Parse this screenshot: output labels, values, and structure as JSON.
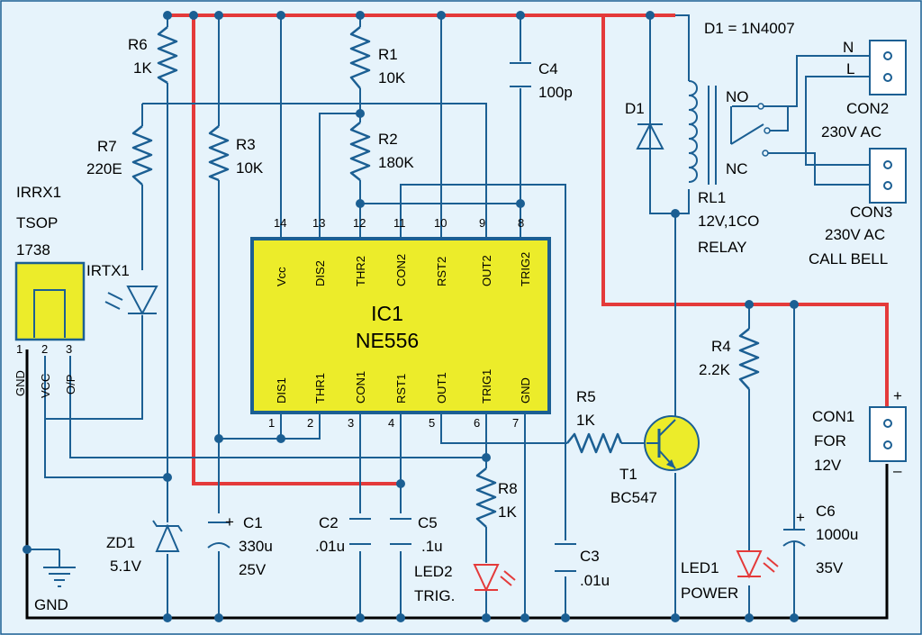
{
  "colors": {
    "background": "#e6f3fb",
    "wire": "#1b5f93",
    "power_rail": "#e43a3a",
    "ground_rail": "#000000",
    "ic_fill": "#ecec2a",
    "led": "#e43a3a"
  },
  "ic": {
    "ref": "IC1",
    "part": "NE556",
    "top_pins": [
      {
        "num": "14",
        "name": "Vcc"
      },
      {
        "num": "13",
        "name": "DIS2"
      },
      {
        "num": "12",
        "name": "THR2"
      },
      {
        "num": "11",
        "name": "CON2"
      },
      {
        "num": "10",
        "name": "RST2"
      },
      {
        "num": "9",
        "name": "OUT2"
      },
      {
        "num": "8",
        "name": "TRIG2"
      }
    ],
    "bottom_pins": [
      {
        "num": "1",
        "name": "DIS1"
      },
      {
        "num": "2",
        "name": "THR1"
      },
      {
        "num": "3",
        "name": "CON1"
      },
      {
        "num": "4",
        "name": "RST1"
      },
      {
        "num": "5",
        "name": "OUT1"
      },
      {
        "num": "6",
        "name": "TRIG1"
      },
      {
        "num": "7",
        "name": "GND"
      }
    ]
  },
  "labels": {
    "d1_note": "D1 = 1N4007",
    "r6_ref": "R6",
    "r6_val": "1K",
    "r1_ref": "R1",
    "r1_val": "10K",
    "c4_ref": "C4",
    "c4_val": "100p",
    "r7_ref": "R7",
    "r7_val": "220E",
    "r3_ref": "R3",
    "r3_val": "10K",
    "r2_ref": "R2",
    "r2_val": "180K",
    "d1_ref": "D1",
    "no": "NO",
    "nc": "NC",
    "rl1_ref": "RL1",
    "rl1_spec": "12V,1CO",
    "rl1_type": "RELAY",
    "con2_n": "N",
    "con2_l": "L",
    "con2_ref": "CON2",
    "con2_val": "230V AC",
    "con3_ref": "CON3",
    "con3_val": "230V AC",
    "con3_desc": "CALL BELL",
    "irrx1_ref": "IRRX1",
    "irrx1_line1": "TSOP",
    "irrx1_line2": "1738",
    "irtx1_ref": "IRTX1",
    "tsop_pin1": "1",
    "tsop_pin2": "2",
    "tsop_pin3": "3",
    "tsop_gnd": "GND",
    "tsop_vcc": "VCC",
    "tsop_op": "O/P",
    "r5_ref": "R5",
    "r5_val": "1K",
    "t1_ref": "T1",
    "t1_val": "BC547",
    "r4_ref": "R4",
    "r4_val": "2.2K",
    "con1_ref": "CON1",
    "con1_desc1": "FOR",
    "con1_desc2": "12V",
    "plus": "+",
    "minus": "–",
    "r8_ref": "R8",
    "r8_val": "1K",
    "zd1_ref": "ZD1",
    "zd1_val": "5.1V",
    "c1_ref": "C1",
    "c1_val": "330u",
    "c1_volt": "25V",
    "c2_ref": "C2",
    "c2_val": ".01u",
    "c5_ref": "C5",
    "c5_val": ".1u",
    "c3_ref": "C3",
    "c3_val": ".01u",
    "led2_ref": "LED2",
    "led2_desc": "TRIG.",
    "led1_ref": "LED1",
    "led1_desc": "POWER",
    "c6_ref": "C6",
    "c6_val": "1000u",
    "c6_volt": "35V",
    "gnd": "GND",
    "cap_plus": "+"
  }
}
